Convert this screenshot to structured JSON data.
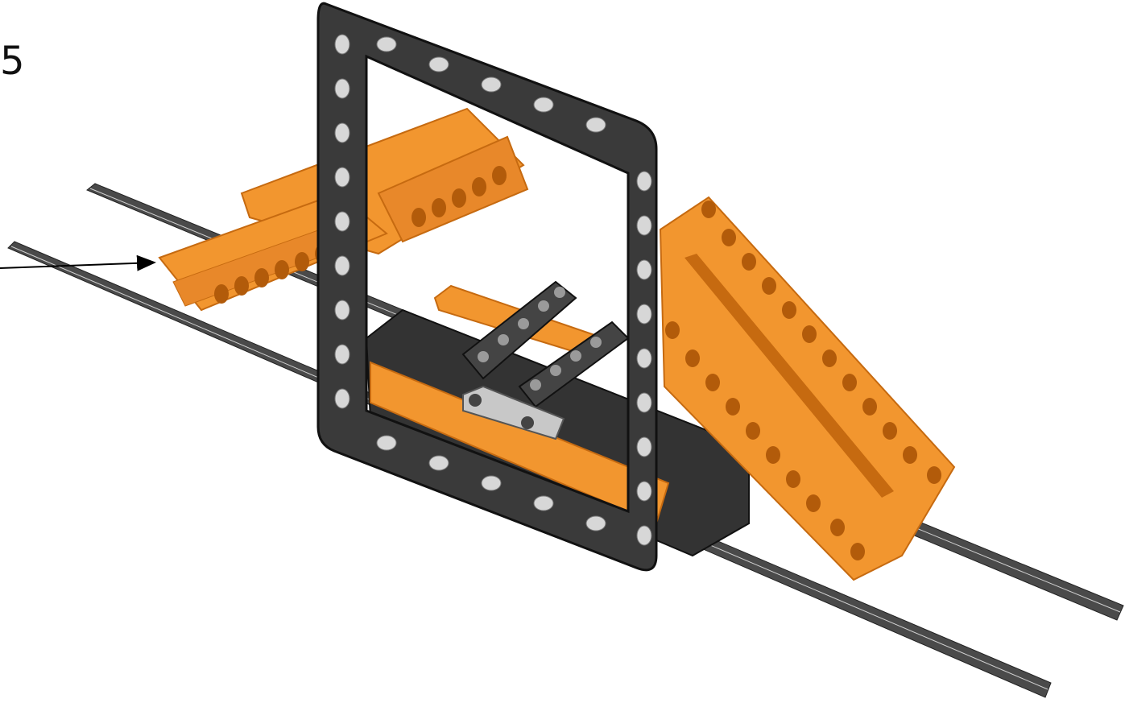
{
  "step": {
    "number": "5"
  },
  "colors": {
    "beam_orange": "#f2962f",
    "beam_orange_dark": "#c66a10",
    "frame_dark": "#3a3a3a",
    "frame_light": "#d7d7d7",
    "axle": "#4a4a4a",
    "connector_gray": "#9a9a9a",
    "hole_dark": "#b25b0a",
    "arrow": "#000000"
  },
  "diagram": {
    "type": "lego-technic-assembly-step",
    "parts": [
      "axle",
      "axle",
      "technic-frame-5x7",
      "liftarm-orange",
      "liftarm-orange",
      "liftarm-orange",
      "liftarm-gray",
      "liftarm-gray",
      "connector-gray"
    ]
  }
}
